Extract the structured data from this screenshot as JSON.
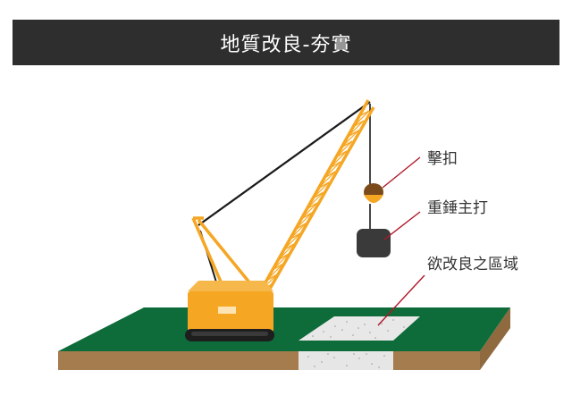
{
  "header": {
    "title": "地質改良-夯實"
  },
  "labels": {
    "strike_buckle": "擊扣",
    "hammer": "重錘主打",
    "improve_area": "欲改良之區域"
  },
  "colors": {
    "title_bg": "#2e2e2e",
    "crane_body": "#f5a623",
    "grass": "#0e6b3a",
    "soil": "#a57c4e",
    "gravel": "#e6e6e6",
    "callout_line": "#b0182a"
  }
}
